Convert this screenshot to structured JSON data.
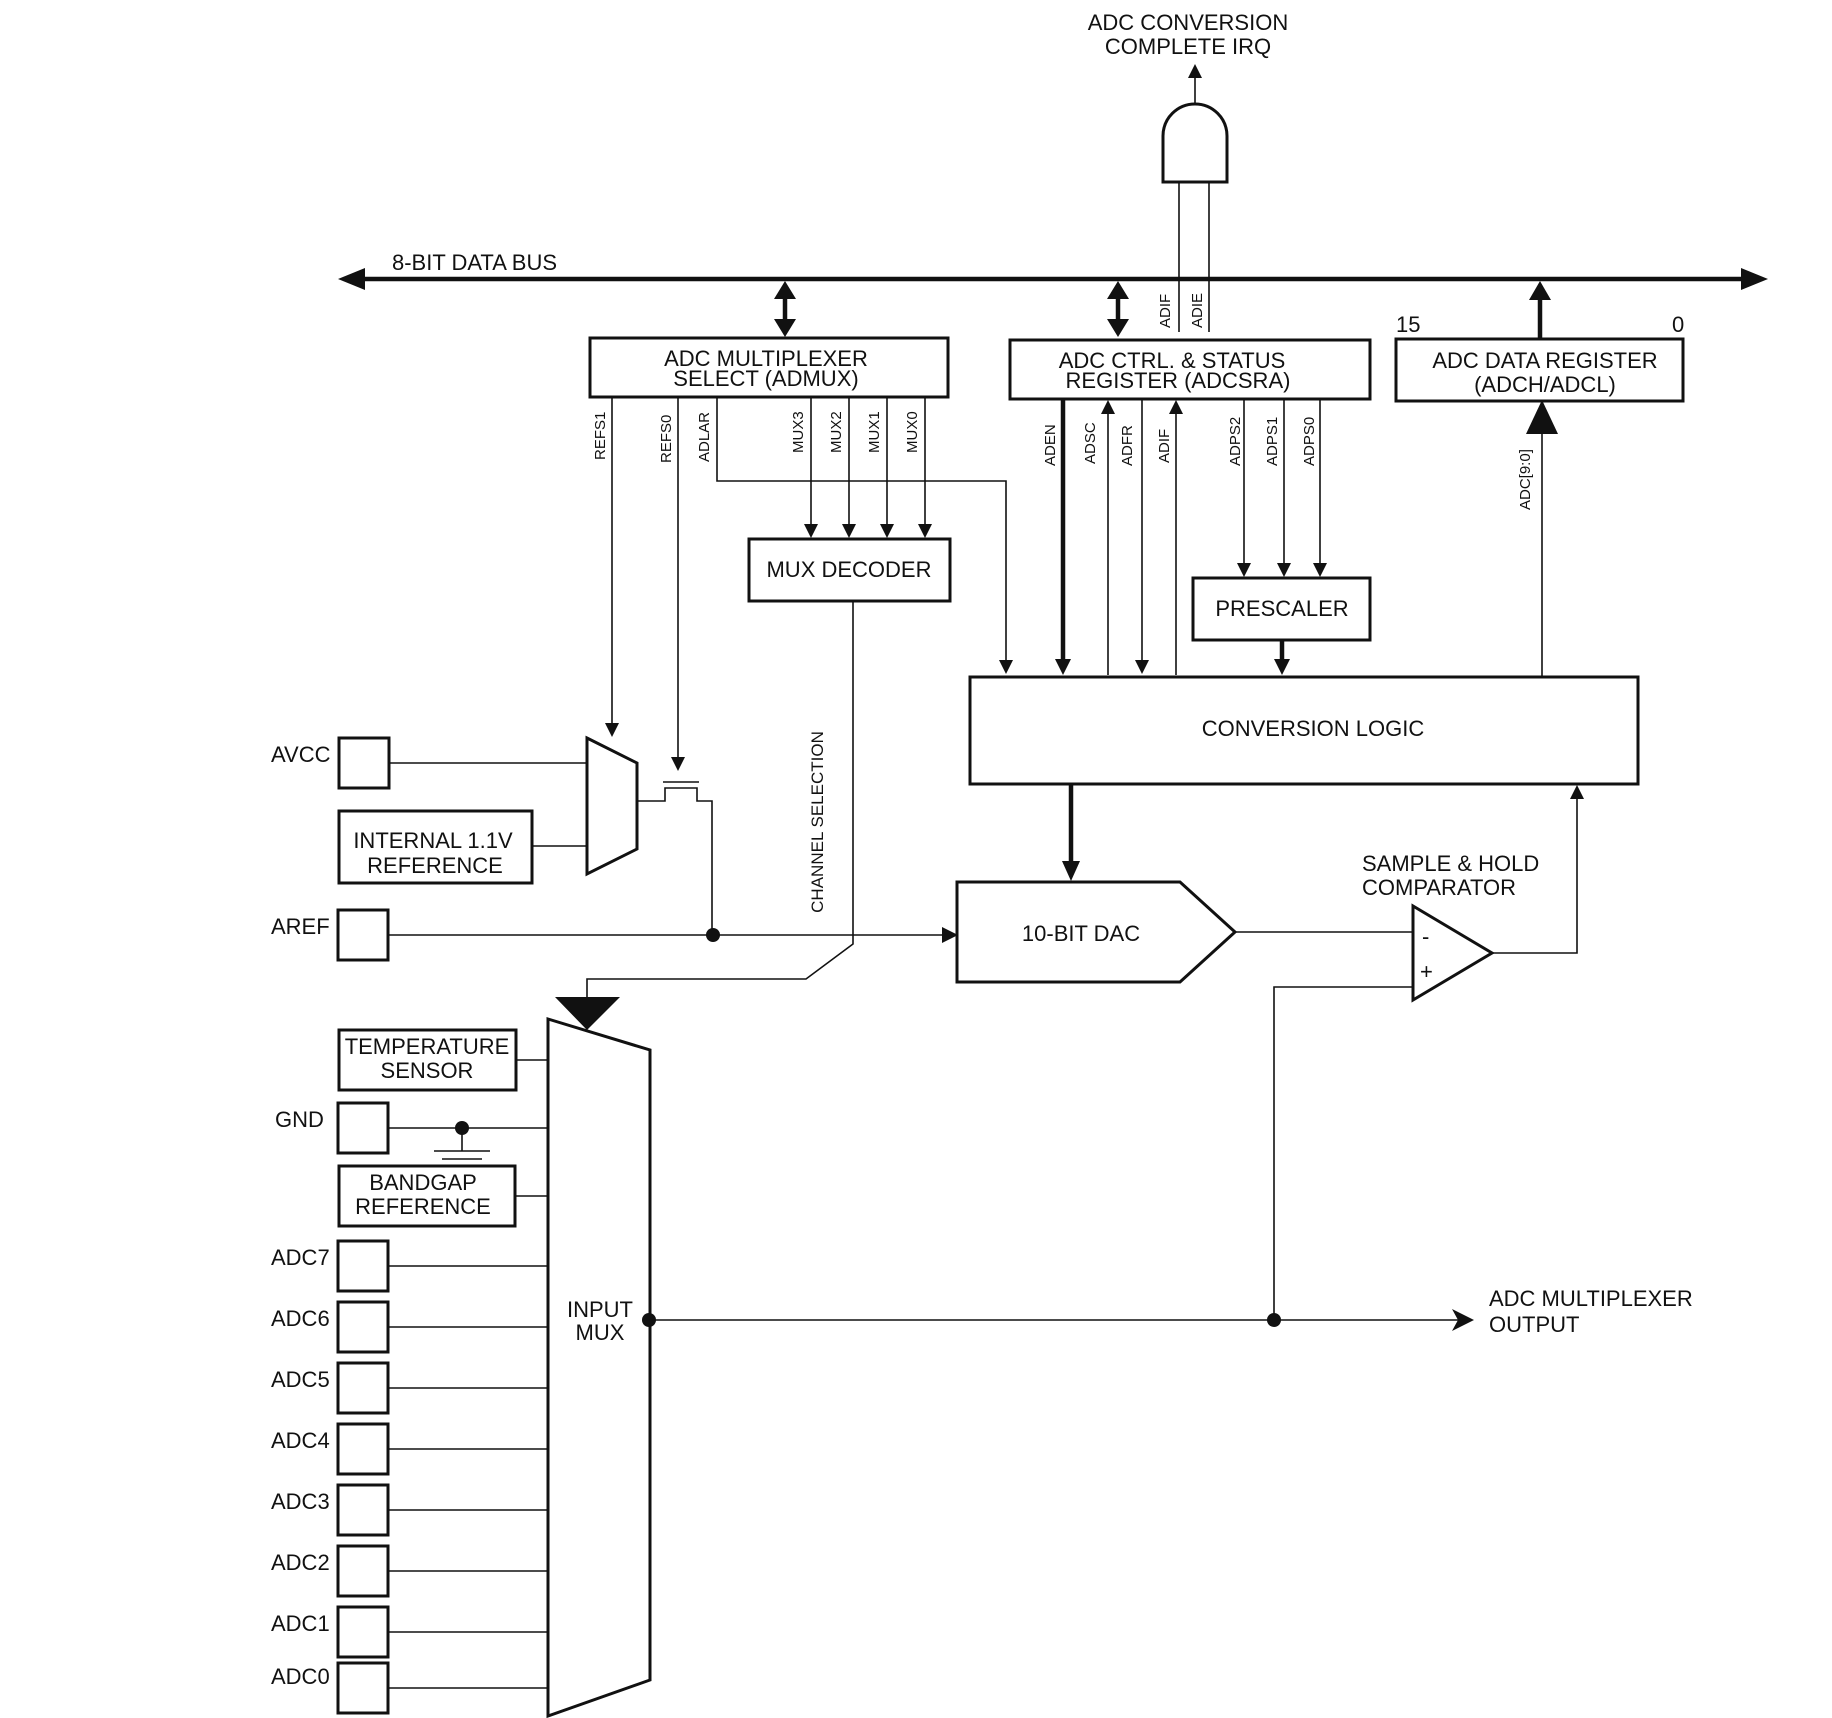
{
  "labels": {
    "irq_line1": "ADC CONVERSION",
    "irq_line2": "COMPLETE IRQ",
    "data_bus": "8-BIT DATA BUS",
    "admux_line1": "ADC MULTIPLEXER",
    "admux_line2": "SELECT (ADMUX)",
    "adcsra_line1": "ADC CTRL. & STATUS",
    "adcsra_line2": "REGISTER (ADCSRA)",
    "adcdata_line1": "ADC DATA REGISTER",
    "adcdata_line2": "(ADCH/ADCL)",
    "bit_high": "15",
    "bit_low": "0",
    "mux_decoder": "MUX DECODER",
    "prescaler": "PRESCALER",
    "conversion_logic": "CONVERSION LOGIC",
    "channel_selection": "CHANNEL SELECTION",
    "adc_result_bits": "ADC[9:0]",
    "dac": "10-BIT DAC",
    "comparator_line1": "SAMPLE & HOLD",
    "comparator_line2": "COMPARATOR",
    "comp_minus": "-",
    "comp_plus": "+",
    "int_ref_line1": "INTERNAL 1.1V",
    "int_ref_line2": "REFERENCE",
    "temp_line1": "TEMPERATURE",
    "temp_line2": "SENSOR",
    "bandgap_line1": "BANDGAP",
    "bandgap_line2": "REFERENCE",
    "input_mux_line1": "INPUT",
    "input_mux_line2": "MUX",
    "mux_out_line1": "ADC MULTIPLEXER",
    "mux_out_line2": "OUTPUT"
  },
  "irq_bits": [
    "ADIF",
    "ADIE"
  ],
  "admux_bits": [
    "REFS1",
    "REFS0",
    "ADLAR",
    "MUX3",
    "MUX2",
    "MUX1",
    "MUX0"
  ],
  "adcsra_bits": [
    "ADEN",
    "ADSC",
    "ADFR",
    "ADIF",
    "ADPS2",
    "ADPS1",
    "ADPS0"
  ],
  "pins": {
    "avcc": "AVCC",
    "aref": "AREF",
    "gnd": "GND",
    "adc7": "ADC7",
    "adc6": "ADC6",
    "adc5": "ADC5",
    "adc4": "ADC4",
    "adc3": "ADC3",
    "adc2": "ADC2",
    "adc1": "ADC1",
    "adc0": "ADC0"
  }
}
